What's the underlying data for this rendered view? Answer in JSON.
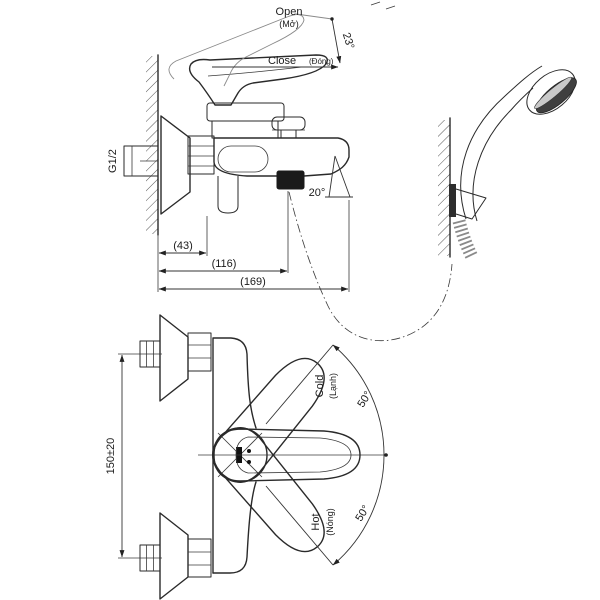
{
  "side_view": {
    "open_label": "Open",
    "open_sublabel": "(Mở)",
    "close_label": "Close",
    "close_sublabel": "(Đóng)",
    "lever_angle": "23°",
    "spout_angle": "20°",
    "inlet_thread": "G1/2",
    "dim_wall_to_escutcheon": "(43)",
    "dim_wall_to_outlet": "(116)",
    "dim_overall_depth": "(169)"
  },
  "front_view": {
    "inlet_spacing": "150±20",
    "cold_label": "Cold",
    "cold_sublabel": "(Lạnh)",
    "cold_angle": "50°",
    "hot_label": "Hot",
    "hot_sublabel": "(Nóng)",
    "hot_angle": "50°"
  },
  "colors": {
    "line": "#2a2a2a",
    "fill_dark": "#1a1a1a",
    "background": "#ffffff"
  }
}
